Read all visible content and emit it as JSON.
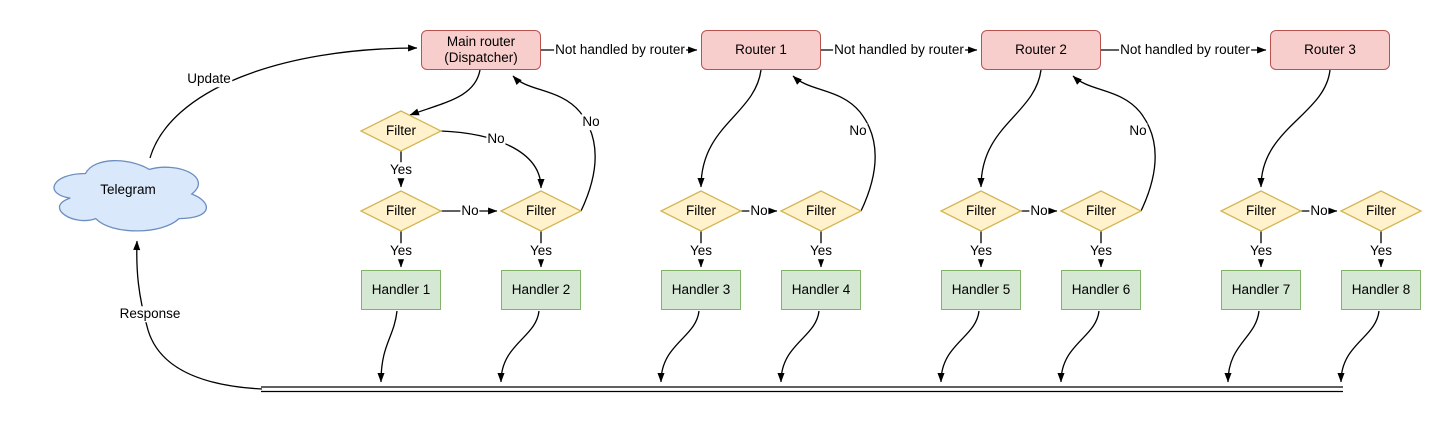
{
  "labels": {
    "telegram": "Telegram",
    "update": "Update",
    "response": "Response",
    "yes": "Yes",
    "no": "No",
    "not_handled": "Not handled by router",
    "filter": "Filter"
  },
  "nodes": {
    "main_router": {
      "line1": "Main router",
      "line2": "(Dispatcher)"
    },
    "routers": [
      "Router 1",
      "Router 2",
      "Router 3"
    ],
    "handlers": [
      "Handler 1",
      "Handler 2",
      "Handler 3",
      "Handler 4",
      "Handler 5",
      "Handler 6",
      "Handler 7",
      "Handler 8"
    ]
  },
  "colors": {
    "router_fill": "#f8cecc",
    "router_border": "#b85450",
    "filter_fill": "#fff2cc",
    "filter_border": "#d6b656",
    "handler_fill": "#d5e8d4",
    "handler_border": "#82b366",
    "cloud_fill": "#dae8fc",
    "cloud_border": "#6c8ebf",
    "edge_color": "#000000"
  }
}
